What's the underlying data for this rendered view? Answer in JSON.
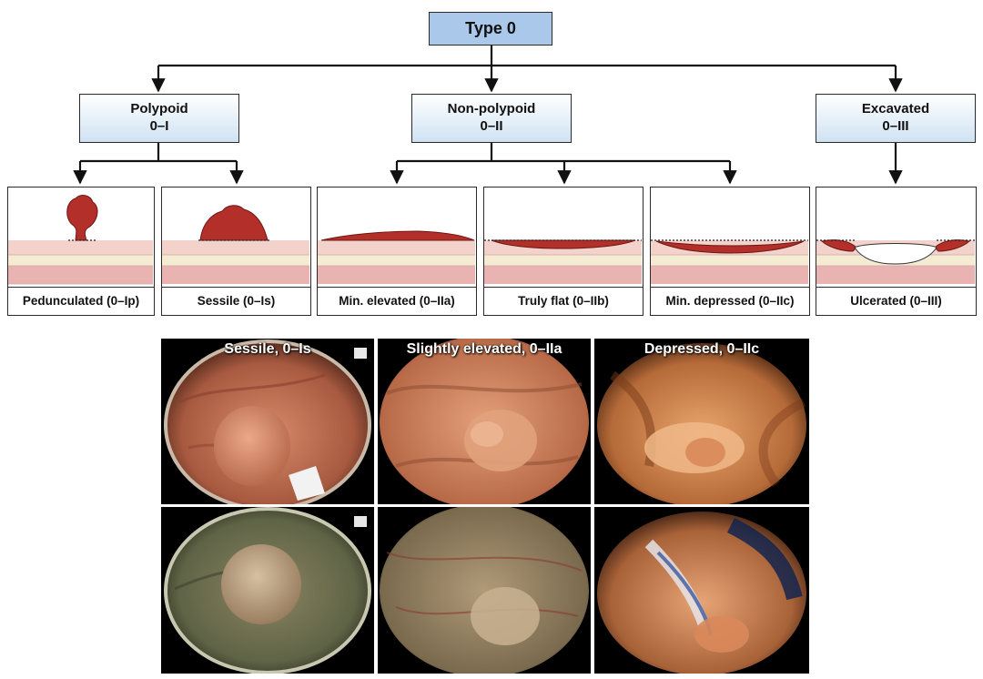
{
  "tree": {
    "root": {
      "label": "Type 0"
    },
    "categories": [
      {
        "name": "Polypoid",
        "code": "0–I"
      },
      {
        "name": "Non-polypoid",
        "code": "0–II"
      },
      {
        "name": "Excavated",
        "code": "0–III"
      }
    ]
  },
  "panels": [
    {
      "caption": "Pedunculated (0–Ip)",
      "shape": "pedunculated"
    },
    {
      "caption": "Sessile (0–Is)",
      "shape": "sessile"
    },
    {
      "caption": "Min. elevated (0–IIa)",
      "shape": "elevated"
    },
    {
      "caption": "Truly flat (0–IIb)",
      "shape": "flat"
    },
    {
      "caption": "Min. depressed (0–IIc)",
      "shape": "depressed"
    },
    {
      "caption": "Ulcerated (0–III)",
      "shape": "ulcerated"
    }
  ],
  "photos": {
    "titles": [
      "Sessile, 0–Is",
      "Slightly elevated, 0–IIa",
      "Depressed, 0–IIc"
    ]
  },
  "colors": {
    "root_box": "#a9c8ea",
    "category_box": "#cfe2f3",
    "lesion": "#b3302a",
    "mucosa_top": "#f2d2cb",
    "mucosa_mid": "#f5ead2",
    "mucosa_low": "#e8b3b0"
  }
}
